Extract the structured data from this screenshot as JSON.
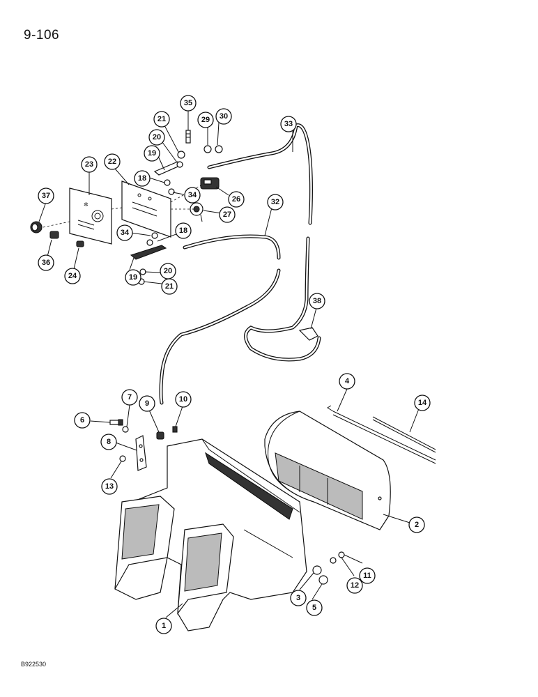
{
  "page": {
    "number": "9-106",
    "figure_code": "B922530"
  },
  "callouts": [
    {
      "label": "1"
    },
    {
      "label": "2"
    },
    {
      "label": "3"
    },
    {
      "label": "4"
    },
    {
      "label": "5"
    },
    {
      "label": "6"
    },
    {
      "label": "7"
    },
    {
      "label": "8"
    },
    {
      "label": "9"
    },
    {
      "label": "10"
    },
    {
      "label": "11"
    },
    {
      "label": "12"
    },
    {
      "label": "13"
    },
    {
      "label": "14"
    },
    {
      "label": "18"
    },
    {
      "label": "18"
    },
    {
      "label": "19"
    },
    {
      "label": "19"
    },
    {
      "label": "20"
    },
    {
      "label": "20"
    },
    {
      "label": "21"
    },
    {
      "label": "21"
    },
    {
      "label": "22"
    },
    {
      "label": "23"
    },
    {
      "label": "24"
    },
    {
      "label": "26"
    },
    {
      "label": "27"
    },
    {
      "label": "29"
    },
    {
      "label": "30"
    },
    {
      "label": "32"
    },
    {
      "label": "33"
    },
    {
      "label": "34"
    },
    {
      "label": "34"
    },
    {
      "label": "35"
    },
    {
      "label": "36"
    },
    {
      "label": "37"
    },
    {
      "label": "38"
    }
  ]
}
